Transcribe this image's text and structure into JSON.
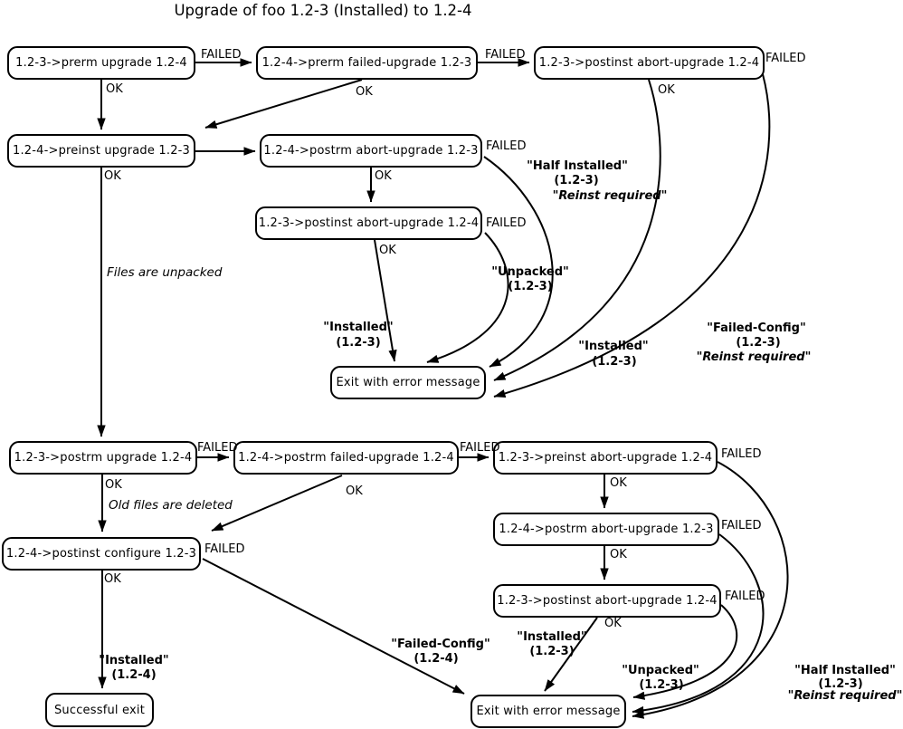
{
  "title": "Upgrade of foo 1.2-3 (Installed) to 1.2-4",
  "labels": {
    "ok": "OK",
    "failed": "FAILED"
  },
  "nodes": {
    "prerm_upgrade": "1.2-3->prerm upgrade 1.2-4",
    "prerm_failed_upgrade": "1.2-4->prerm failed-upgrade 1.2-3",
    "postinst_abort_top": "1.2-3->postinst abort-upgrade 1.2-4",
    "preinst_upgrade": "1.2-4->preinst upgrade 1.2-3",
    "postrm_abort_top": "1.2-4->postrm abort-upgrade 1.2-3",
    "postinst_abort_mid": "1.2-3->postinst abort-upgrade 1.2-4",
    "exit_error_top": "Exit with error message",
    "postrm_upgrade": "1.2-3->postrm upgrade 1.2-4",
    "postrm_failed_upgrade": "1.2-4->postrm failed-upgrade 1.2-4",
    "preinst_abort": "1.2-3->preinst abort-upgrade 1.2-4",
    "postrm_abort_bottom": "1.2-4->postrm abort-upgrade 1.2-3",
    "postinst_abort_bottom": "1.2-3->postinst abort-upgrade 1.2-4",
    "postinst_configure": "1.2-4->postinst configure 1.2-3",
    "successful_exit": "Successful exit",
    "exit_error_bottom": "Exit with error message"
  },
  "notes": {
    "files_unpacked": "Files are unpacked",
    "old_files_deleted": "Old files are deleted"
  },
  "states": {
    "half_installed_top": {
      "line1": "\"Half Installed\"",
      "line2": "(1.2-3)",
      "line3": "\"Reinst required\""
    },
    "unpacked_top": {
      "line1": "\"Unpacked\"",
      "line2": "(1.2-3)"
    },
    "installed_mid": {
      "line1": "\"Installed\"",
      "line2": "(1.2-3)"
    },
    "installed_top_curve": {
      "line1": "\"Installed\"",
      "line2": "(1.2-3)"
    },
    "failed_config_top": {
      "line1": "\"Failed-Config\"",
      "line2": "(1.2-3)",
      "line3": "\"Reinst required\""
    },
    "installed_new": {
      "line1": "\"Installed\"",
      "line2": "(1.2-4)"
    },
    "failed_config_bottom": {
      "line1": "\"Failed-Config\"",
      "line2": "(1.2-4)"
    },
    "installed_bottom": {
      "line1": "\"Installed\"",
      "line2": "(1.2-3)"
    },
    "unpacked_bottom": {
      "line1": "\"Unpacked\"",
      "line2": "(1.2-3)"
    },
    "half_installed_bottom": {
      "line1": "\"Half Installed\"",
      "line2": "(1.2-3)",
      "line3": "\"Reinst required\""
    }
  },
  "colors": {
    "stroke": "#000000",
    "background": "#ffffff"
  }
}
